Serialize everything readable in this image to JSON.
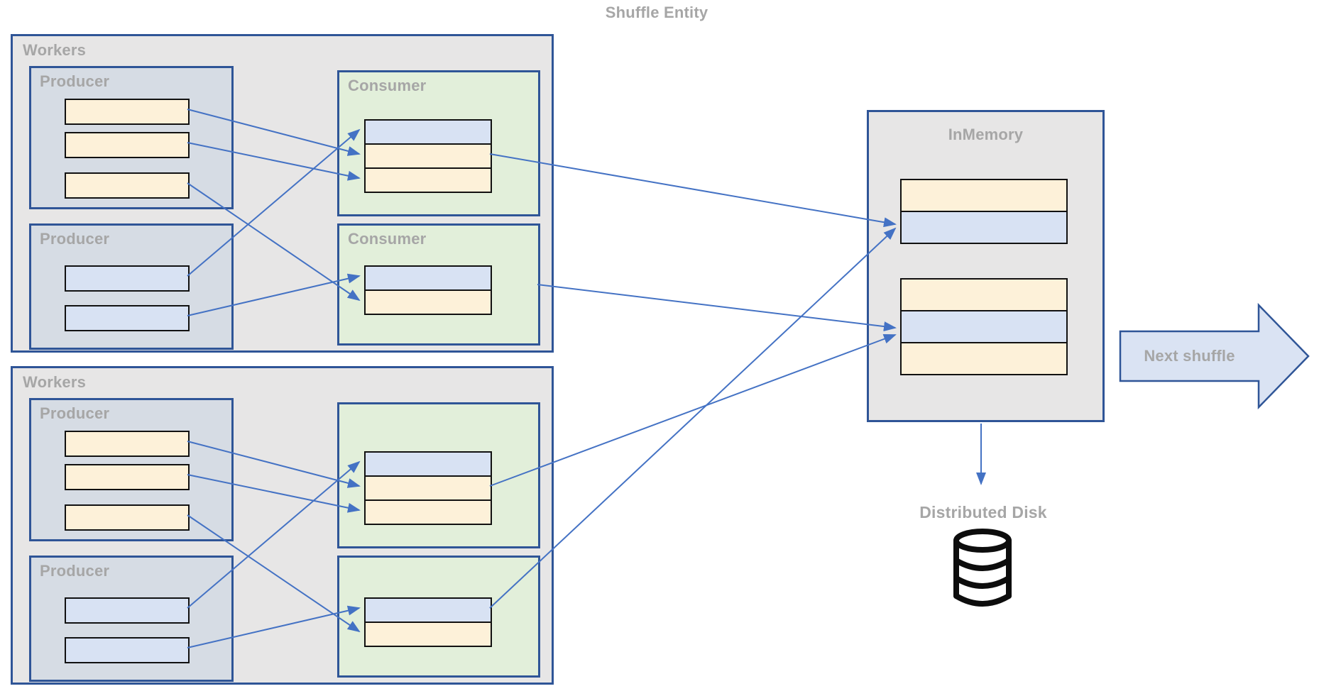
{
  "title": "Shuffle Entity",
  "worker_groups": [
    {
      "label": "Workers",
      "producers": [
        {
          "label": "Producer",
          "slots": [
            "orange",
            "orange",
            "orange"
          ]
        },
        {
          "label": "Producer",
          "slots": [
            "blue",
            "blue"
          ]
        }
      ],
      "consumers": [
        {
          "label": "Consumer",
          "slots": [
            "blue",
            "orange",
            "orange"
          ]
        },
        {
          "label": "Consumer",
          "slots": [
            "blue",
            "orange"
          ]
        }
      ]
    },
    {
      "label": "Workers",
      "producers": [
        {
          "label": "Producer",
          "slots": [
            "orange",
            "orange",
            "orange"
          ]
        },
        {
          "label": "Producer",
          "slots": [
            "blue",
            "blue"
          ]
        }
      ],
      "consumers": [
        {
          "slots": [
            "blue",
            "orange",
            "orange"
          ]
        },
        {
          "slots": [
            "blue",
            "orange"
          ]
        }
      ]
    }
  ],
  "memory": {
    "label": "InMemory",
    "slots": [
      "orange",
      "blue",
      "orange",
      "blue",
      "orange"
    ]
  },
  "disk": {
    "label": "Distributed Disk",
    "icon": "database-cylinder-icon"
  },
  "next_shuffle": {
    "label": "Next shuffle"
  },
  "connections": [
    {
      "from": "workers-1.producer-1.slot-1",
      "to": "workers-1.consumer-1.slot-2"
    },
    {
      "from": "workers-1.producer-1.slot-2",
      "to": "workers-1.consumer-1.slot-3"
    },
    {
      "from": "workers-1.producer-1.slot-3",
      "to": "workers-1.consumer-2.slot-2"
    },
    {
      "from": "workers-1.producer-2.slot-1",
      "to": "workers-1.consumer-1.slot-1"
    },
    {
      "from": "workers-1.producer-2.slot-2",
      "to": "workers-1.consumer-2.slot-1"
    },
    {
      "from": "workers-2.producer-1.slot-1",
      "to": "workers-2.consumer-1.slot-2"
    },
    {
      "from": "workers-2.producer-1.slot-2",
      "to": "workers-2.consumer-1.slot-3"
    },
    {
      "from": "workers-2.producer-1.slot-3",
      "to": "workers-2.consumer-2.slot-2"
    },
    {
      "from": "workers-2.producer-2.slot-1",
      "to": "workers-2.consumer-1.slot-1"
    },
    {
      "from": "workers-2.producer-2.slot-2",
      "to": "workers-2.consumer-2.slot-1"
    },
    {
      "from": "workers-1.consumer-1.slot-2",
      "to": "in-memory.slot-2"
    },
    {
      "from": "workers-1.consumer-2",
      "to": "in-memory.slot-4"
    },
    {
      "from": "workers-2.consumer-1.slot-2",
      "to": "in-memory.slot-4"
    },
    {
      "from": "workers-2.consumer-2.slot-1",
      "to": "in-memory.slot-2"
    },
    {
      "from": "in-memory",
      "to": "distributed-disk"
    }
  ],
  "colors": {
    "canvas_bg": "#ffffff",
    "group_bg": "#e7e6e6",
    "producer_bg": "#d6dce4",
    "consumer_bg": "#e2efda",
    "memory_bg": "#e7e6e6",
    "slot_orange": "#fdf1d9",
    "slot_blue": "#d8e2f3",
    "box_border": "#2f5597",
    "slot_border": "#111111",
    "arrow": "#4472c4",
    "label_text": "#a6a6a6",
    "next_arrow_fill": "#dae3f3",
    "disk_icon": "#0d0d0d"
  }
}
